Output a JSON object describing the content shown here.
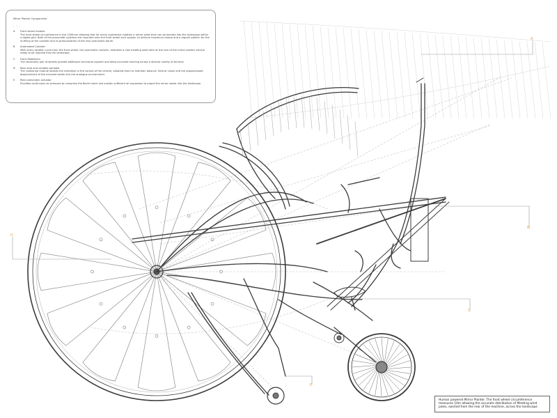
{
  "legend": {
    "title": "Mirror Planter Components",
    "dots": "- - -",
    "items": [
      {
        "num": "A",
        "heading": "Front wheel module",
        "text": "The front wheel circumference is the 1000mm allowing that for every systematic rotation a mirror seed stick can be ejected into the landscape within a digital grid. Both of the pneumatic systems are mounted onto the front wheel arch spokes, to achieve maximum torque and a regular pattern for the re-filling of the canister and re-pressurisation of the rear pneumatic barrel."
      },
      {
        "num": "B",
        "heading": "Automated Canister",
        "text": "With every rotation cycle from the front wheel, the pneumatic canister, relocates a new meeting seed stick at the rear of the mirror planter vehicle ready to be injected into the landscape."
      },
      {
        "num": "C",
        "heading": "Front Stabilisers",
        "text": "The secondary pair of wheels provide additional structural support and allow accurate tracking across a diverse variety of terrains."
      },
      {
        "num": "D",
        "heading": "Rear seat and variable periodal",
        "text": "The cushioned module locates the individual in the control of the vehicle, allowing them to maintain balance, field of vision and the proportionate displacement of the mirrored seeds into the analogue environment."
      },
      {
        "num": "E",
        "heading": "Rear pneumatic actuator",
        "text": "Provides continuous air pressure to compress the Barrel valve and sustain sufficient air expansion to propel the mirror seeds into the landscape."
      }
    ]
  },
  "caption": "Human powered Mirror Planter. The front wheel circumference measures 10m allowing the accurate distribution of Meeting wind poles, ejected from the rear of the machine, across the landscape",
  "callouts": {
    "a": "A",
    "b": "B",
    "c": "C",
    "d": "D",
    "e": "E"
  },
  "colors": {
    "line": "#3a3a3a",
    "faint": "#b8b8b8",
    "callout": "#e8a050"
  }
}
